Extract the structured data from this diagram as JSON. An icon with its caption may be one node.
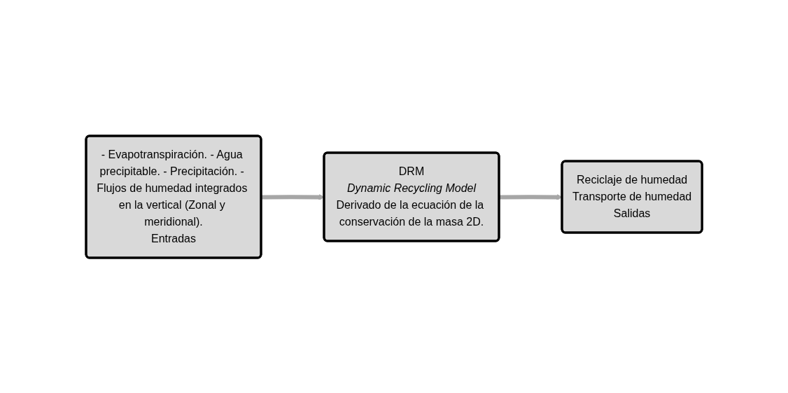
{
  "diagram": {
    "nodes": [
      {
        "text": [
          "- Evapotranspiración. - Agua precipitable. - Precipitación. - Flujos de humedad integrados en la vertical (Zonal y meridional).",
          "Entradas"
        ]
      },
      {
        "text": [
          "DRM",
          "Dynamic Recycling Model",
          "Derivado de la ecuación de la conservación de la masa 2D."
        ]
      },
      {
        "text": [
          "Reciclaje de humedad",
          "Transporte de humedad",
          "Salidas"
        ]
      }
    ],
    "edges": [
      {
        "from": 0,
        "to": 1,
        "arrow": "to"
      },
      {
        "from": 1,
        "to": 2,
        "arrow": "to"
      }
    ]
  }
}
